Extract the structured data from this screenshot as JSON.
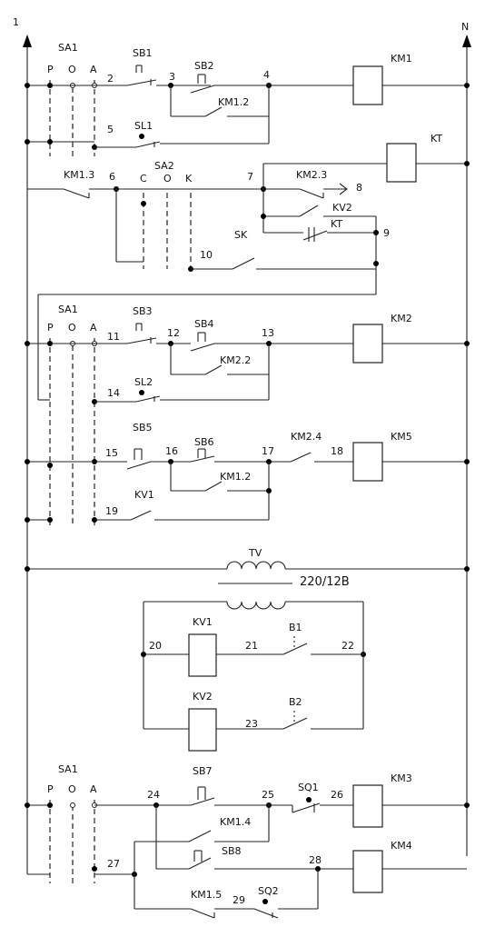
{
  "rails": {
    "left": "1",
    "right": "N"
  },
  "switch_labels": {
    "sa1": "SA1",
    "sa2": "SA2",
    "p": "P",
    "o": "O",
    "a": "A",
    "c": "C",
    "k": "K"
  },
  "contacts": {
    "sb1": "SB1",
    "sb2": "SB2",
    "sb3": "SB3",
    "sb4": "SB4",
    "sb5": "SB5",
    "sb6": "SB6",
    "sb7": "SB7",
    "sb8": "SB8",
    "sl1": "SL1",
    "sl2": "SL2",
    "sk": "SK",
    "km1_2": "KM1.2",
    "km1_3": "KM1.3",
    "km1_4": "KM1.4",
    "km1_5": "KM1.5",
    "km2_2": "KM2.2",
    "km2_3": "KM2.3",
    "km2_4": "KM2.4",
    "kv1": "KV1",
    "kv2": "KV2",
    "kt": "KT",
    "b1": "B1",
    "b2": "B2",
    "sq1": "SQ1",
    "sq2": "SQ2"
  },
  "coils": {
    "km1": "KM1",
    "kt": "KT",
    "km2": "KM2",
    "km5": "KM5",
    "km3": "KM3",
    "km4": "KM4",
    "kv1": "KV1",
    "kv2": "KV2"
  },
  "transformer": {
    "name": "TV",
    "rating": "220/12B"
  },
  "nodes": {
    "n2": "2",
    "n3": "3",
    "n4": "4",
    "n5": "5",
    "n6": "6",
    "n7": "7",
    "n8": "8",
    "n9": "9",
    "n10": "10",
    "n11": "11",
    "n12": "12",
    "n13": "13",
    "n14": "14",
    "n15": "15",
    "n16": "16",
    "n17": "17",
    "n18": "18",
    "n19": "19",
    "n20": "20",
    "n21": "21",
    "n22": "22",
    "n23": "23",
    "n24": "24",
    "n25": "25",
    "n26": "26",
    "n27": "27",
    "n28": "28",
    "n29": "29"
  }
}
